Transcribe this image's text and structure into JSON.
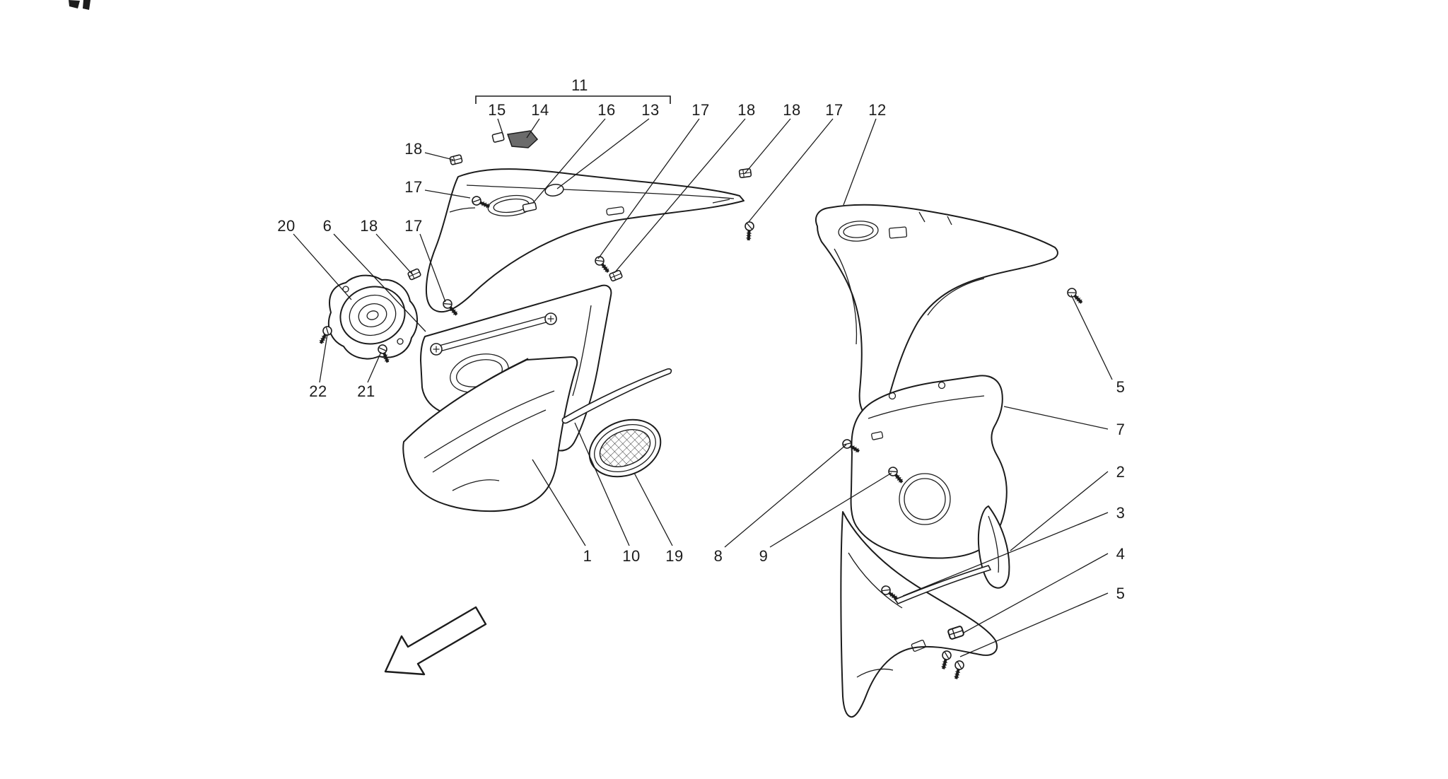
{
  "page": {
    "background": "#ffffff",
    "line_color": "#1c1c1c"
  },
  "diagram": {
    "kind": "exploded-parts-diagram",
    "callouts": [
      {
        "label": "11"
      },
      {
        "label": "15"
      },
      {
        "label": "14"
      },
      {
        "label": "16"
      },
      {
        "label": "13"
      },
      {
        "label": "17"
      },
      {
        "label": "18"
      },
      {
        "label": "18"
      },
      {
        "label": "17"
      },
      {
        "label": "12"
      },
      {
        "label": "18"
      },
      {
        "label": "17"
      },
      {
        "label": "20"
      },
      {
        "label": "6"
      },
      {
        "label": "18"
      },
      {
        "label": "17"
      },
      {
        "label": "22"
      },
      {
        "label": "21"
      },
      {
        "label": "5"
      },
      {
        "label": "7"
      },
      {
        "label": "2"
      },
      {
        "label": "3"
      },
      {
        "label": "4"
      },
      {
        "label": "5"
      },
      {
        "label": "1"
      },
      {
        "label": "10"
      },
      {
        "label": "19"
      },
      {
        "label": "8"
      },
      {
        "label": "9"
      }
    ]
  }
}
